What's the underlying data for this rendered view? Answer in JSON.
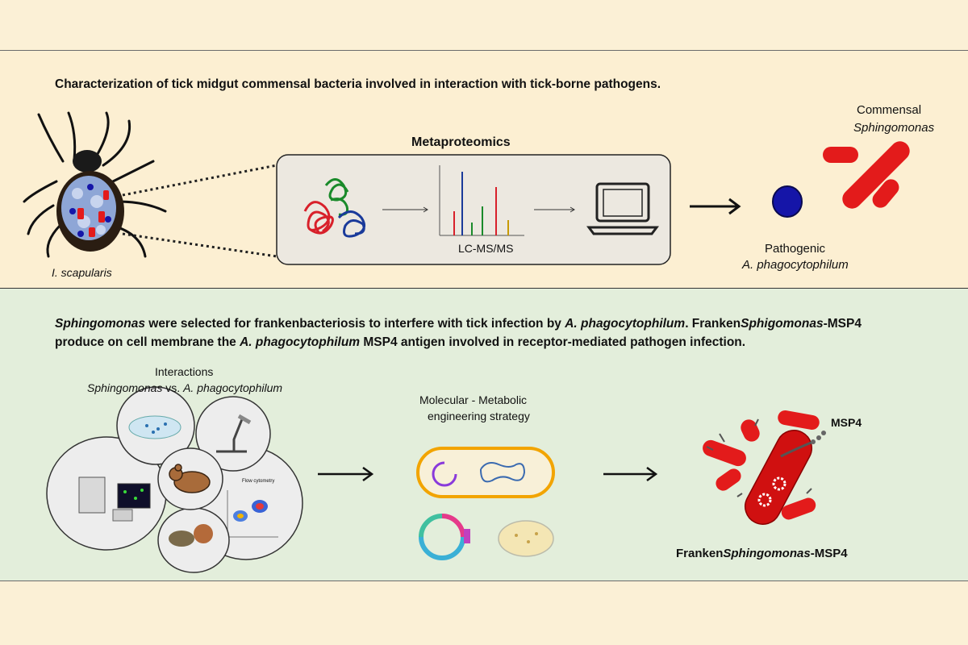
{
  "top": {
    "heading": "Characterization of tick midgut commensal bacteria involved in interaction with tick-borne pathogens.",
    "metaproteomics_label": "Metaproteomics",
    "lcms_label": "LC-MS/MS",
    "tick_label": "I. scapularis",
    "commensal_label": "Commensal",
    "commensal_name": "Sphingomonas",
    "pathogen_label": "Pathogenic",
    "pathogen_name": "A. phagocytophilum"
  },
  "bottom": {
    "para_line1_a": "Sphingomonas",
    "para_line1_b": " were selected for frankenbacteriosis to interfere with tick infection by ",
    "para_line1_c": "A. phagocytophilum",
    "para_line1_d": ". Franken",
    "para_line1_e": "Sphigomonas",
    "para_line1_f": "-MSP4",
    "para_line2_a": "produce on cell membrane the ",
    "para_line2_b": "A. phagocytophilum",
    "para_line2_c": " MSP4 antigen involved in receptor-mediated pathogen infection.",
    "interactions_label": "Interactions",
    "interactions_sub_a": "Sphingomonas",
    "interactions_sub_b": " vs. ",
    "interactions_sub_c": "A. phagocytophilum",
    "strategy_line1": "Molecular - Metabolic",
    "strategy_line2": "engineering strategy",
    "msp4_label": "MSP4",
    "franken_a": "Franken",
    "franken_b": "Sphingomonas",
    "franken_c": "-MSP4",
    "flow_title": "Flow cytometry"
  },
  "colors": {
    "top_band": "#fcefd2",
    "bottom_band": "#e3eedb",
    "bacteria_red": "#e31b1b",
    "pathogen_blue": "#1515a8",
    "protein_green": "#1a8a2a",
    "protein_blue": "#1a3a9a",
    "protein_red": "#d8202a"
  }
}
